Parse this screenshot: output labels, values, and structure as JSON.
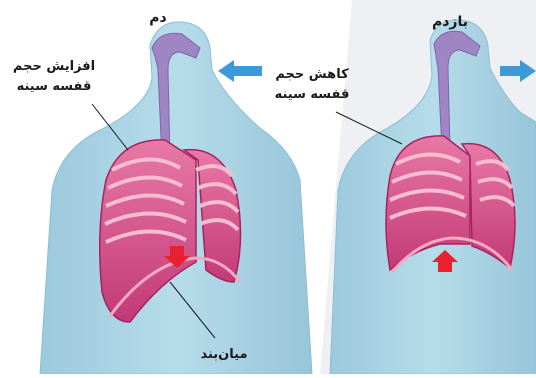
{
  "panels": {
    "inhale": {
      "title": "دم",
      "annotation_line1": "افزایش حجم",
      "annotation_line2": "قفسه سینه"
    },
    "exhale": {
      "title": "بازدم",
      "annotation_line1": "کاهش حجم",
      "annotation_line2": "قفسه سینه"
    }
  },
  "diaphragm_label": "میان‌بند",
  "colors": {
    "body": "#a9d3e3",
    "body_shadow": "#86bcd2",
    "lung": "#d64b85",
    "lung_dark": "#a7235f",
    "rib": "#f2aac2",
    "airway": "#9f85c4",
    "air_arrow": "#3d9ad8",
    "diaphragm_arrow": "#e8202f",
    "exhale_overlay": "#eef0f3"
  },
  "icons": [
    "air-in-arrow-icon",
    "air-out-arrow-icon",
    "diaphragm-down-arrow-icon",
    "diaphragm-up-arrow-icon"
  ]
}
